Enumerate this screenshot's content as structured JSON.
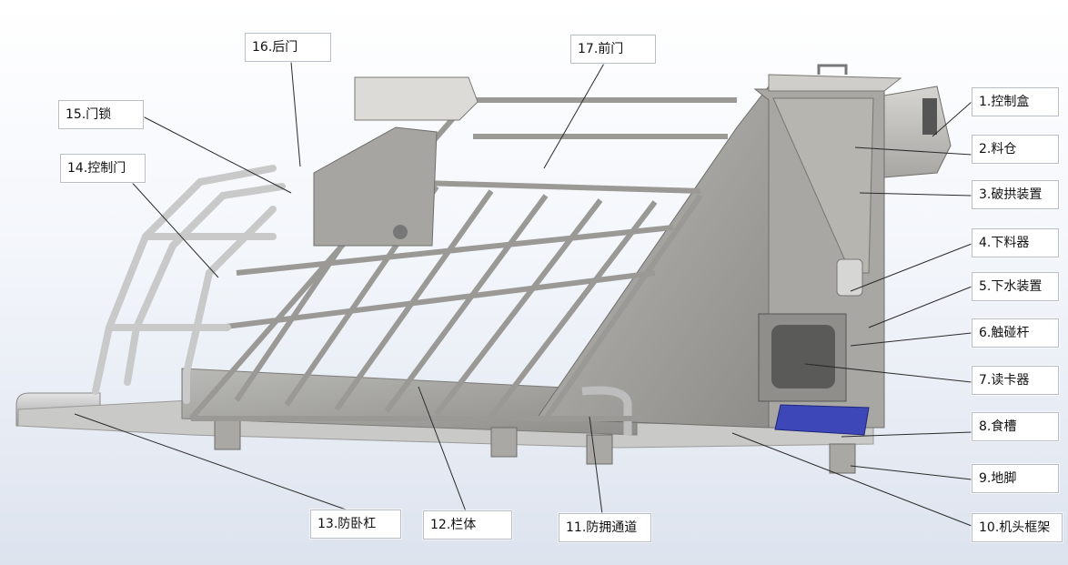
{
  "diagram": {
    "labels": [
      {
        "id": "control-box",
        "text": "1.控制盒"
      },
      {
        "id": "hopper",
        "text": "2.料仓"
      },
      {
        "id": "arch-breaker",
        "text": "3.破拱装置"
      },
      {
        "id": "feeder",
        "text": "4.下料器"
      },
      {
        "id": "water-device",
        "text": "5.下水装置"
      },
      {
        "id": "touch-rod",
        "text": "6.触碰杆"
      },
      {
        "id": "card-reader",
        "text": "7.读卡器"
      },
      {
        "id": "trough",
        "text": "8.食槽"
      },
      {
        "id": "foot",
        "text": "9.地脚"
      },
      {
        "id": "head-frame",
        "text": "10.机头框架"
      },
      {
        "id": "crowding-channel",
        "text": "11.防拥通道"
      },
      {
        "id": "pen-body",
        "text": "12.栏体"
      },
      {
        "id": "anti-lie-bar",
        "text": "13.防卧杠"
      },
      {
        "id": "control-door",
        "text": "14.控制门"
      },
      {
        "id": "door-lock",
        "text": "15.门锁"
      },
      {
        "id": "rear-door",
        "text": "16.后门"
      },
      {
        "id": "front-door",
        "text": "17.前门"
      }
    ]
  }
}
